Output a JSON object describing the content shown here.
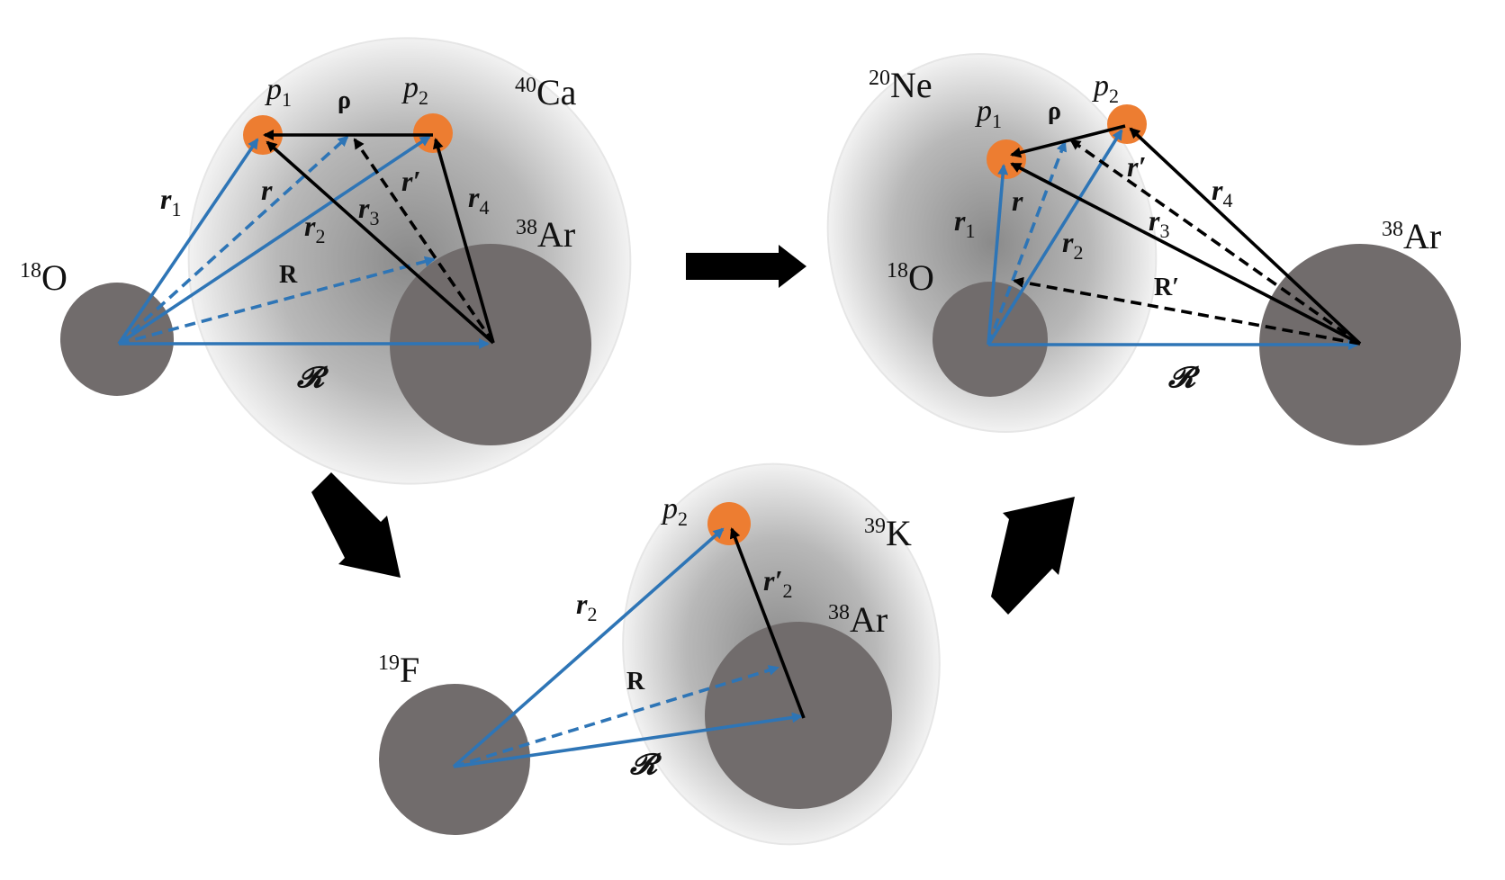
{
  "panels": {
    "initial": {
      "target_label": {
        "sup": "40",
        "base": "Ca"
      },
      "core_label": {
        "sup": "38",
        "base": "Ar"
      },
      "projectile_label": {
        "sup": "18",
        "base": "O"
      },
      "proton1": {
        "main": "p",
        "sub": "1"
      },
      "proton2": {
        "main": "p",
        "sub": "2"
      },
      "rho": "ρ",
      "r1": {
        "main": "r",
        "sub": "1"
      },
      "r2": {
        "main": "r",
        "sub": "2"
      },
      "r3": {
        "main": "r",
        "sub": "3"
      },
      "r4": {
        "main": "r",
        "sub": "4"
      },
      "r": "r",
      "rprime": "r′",
      "R": "R",
      "Rscript": "𝓡"
    },
    "intermediate": {
      "target_label": {
        "sup": "39",
        "base": "K"
      },
      "core_label": {
        "sup": "38",
        "base": "Ar"
      },
      "projectile_label": {
        "sup": "19",
        "base": "F"
      },
      "proton2": {
        "main": "p",
        "sub": "2"
      },
      "r2": {
        "main": "r",
        "sub": "2"
      },
      "r2prime": {
        "main": "r′",
        "sub": "2"
      },
      "R": "R",
      "Rscript": "𝓡"
    },
    "final": {
      "projectile_label": {
        "sup": "20",
        "base": "Ne"
      },
      "core_label": {
        "sup": "38",
        "base": "Ar"
      },
      "inner_label": {
        "sup": "18",
        "base": "O"
      },
      "proton1": {
        "main": "p",
        "sub": "1"
      },
      "proton2": {
        "main": "p",
        "sub": "2"
      },
      "rho": "ρ",
      "r1": {
        "main": "r",
        "sub": "1"
      },
      "r2": {
        "main": "r",
        "sub": "2"
      },
      "r3": {
        "main": "r",
        "sub": "3"
      },
      "r4": {
        "main": "r",
        "sub": "4"
      },
      "r": "r",
      "rprime": "r′",
      "Rprime": "R′",
      "Rscript": "𝓡"
    }
  },
  "colors": {
    "core": "#716c6c",
    "proton": "#ed7d31",
    "blue_vector": "#2e75b6",
    "black_vector": "#000000",
    "halo": "#b4b4b4"
  }
}
